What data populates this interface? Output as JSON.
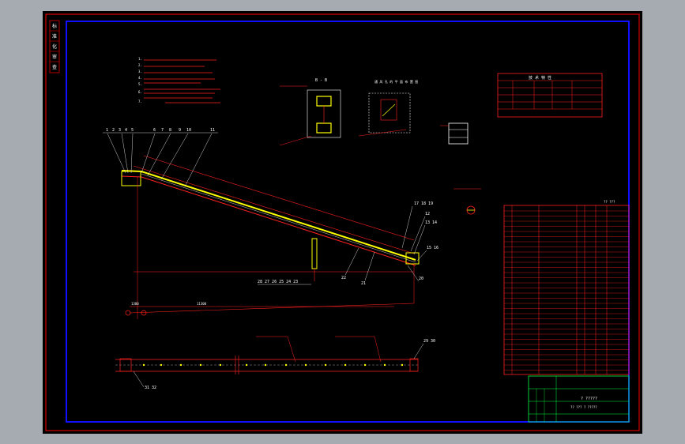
{
  "side_stamp": [
    "标",
    "准",
    "化",
    "审",
    "查"
  ],
  "notes": {
    "lines": [
      "1.",
      "2.",
      "3.",
      "4.",
      "5.",
      "6.",
      "7."
    ]
  },
  "section_label": "B - B",
  "detail_label": "通 风 孔 的 平 面 布 置 图",
  "callout_numbers": {
    "top_row": [
      "1",
      "2",
      "3",
      "4",
      "5",
      "6",
      "7",
      "8",
      "9",
      "10",
      "11"
    ],
    "right_a": "17 18  19",
    "right_b": "12",
    "right_c": "13 14",
    "right_d": "15 16",
    "right_e": "20",
    "bottom_a": "22",
    "bottom_b": "21",
    "bottom_c": "28 27 26 25 24  23",
    "bottom_d": "29 30",
    "bottom_e": "31 32"
  },
  "dimensions": {
    "horizontal": "11300",
    "plan_span": "1300"
  },
  "spec_table_title": "技 术 特 性",
  "bom_header": "?? ???",
  "title_block": {
    "drawing_name": "? ?????",
    "drawing_no": "?? ???  ?  ?????"
  },
  "colors": {
    "sheet_bg": "#000000",
    "frame_outer": "#ff0000",
    "frame_inner": "#1010ff",
    "geometry": "#ff2020",
    "belt": "#ffff00",
    "text": "#ffffff",
    "title_block": "#00ff40"
  }
}
